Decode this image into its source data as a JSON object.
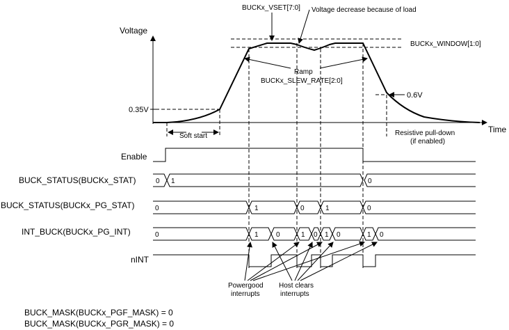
{
  "voltage_axis_label": "Voltage",
  "time_axis_label": "Time",
  "vset_label": "BUCKx_VSET[7:0]",
  "voltage_decrease_label": "Voltage decrease because of load",
  "window_label": "BUCKx_WINDOW[1:0]",
  "ramp_label": "Ramp",
  "slew_rate_label": "BUCKx_SLEW_RATE[2:0]",
  "v035_label": "0.35V",
  "v06_label": "0.6V",
  "soft_start_label": "Soft start",
  "pulldown_line1": "Resistive pull-down",
  "pulldown_line2": "(if enabled)",
  "signals": {
    "enable": "Enable",
    "buck_stat": "BUCK_STATUS(BUCKx_STAT)",
    "pg_stat": "BUCK_STATUS(BUCKx_PG_STAT)",
    "pg_int": "INT_BUCK(BUCKx_PG_INT)",
    "nint": "nINT"
  },
  "stat_values": [
    "0",
    "1",
    "0"
  ],
  "pg_stat_values": [
    "0",
    "1",
    "0",
    "1",
    "0"
  ],
  "pg_int_values": [
    "0",
    "1",
    "0",
    "1",
    "0",
    "1",
    "0",
    "1",
    "0"
  ],
  "powergood_line1": "Powergood",
  "powergood_line2": "interrupts",
  "hostclears_line1": "Host clears",
  "hostclears_line2": "interrupts",
  "mask_line1": "BUCK_MASK(BUCKx_PGF_MASK) = 0",
  "mask_line2": "BUCK_MASK(BUCKx_PGR_MASK) = 0"
}
